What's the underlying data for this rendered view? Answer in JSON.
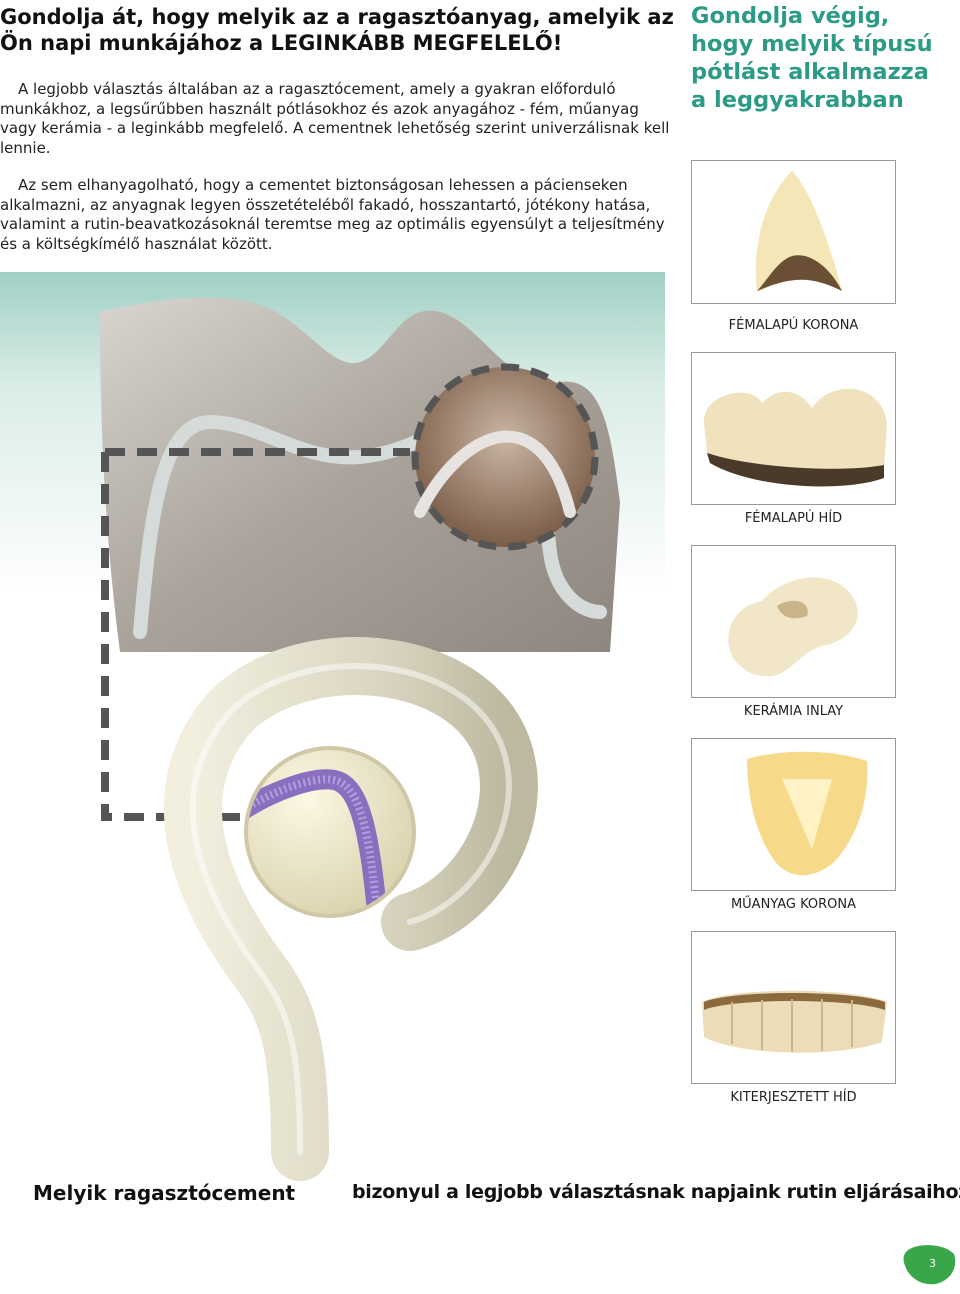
{
  "headline": "Gondolja át, hogy melyik az a ragasztóanyag, amelyik az Ön napi munkájához a LEGINKÁBB MEGFELELŐ!",
  "paragraphs": [
    "A legjobb választás általában az a ragasztócement, amely a gyakran előforduló munkákhoz, a legsűrűbben használt pótlásokhoz és azok anyagához - fém, műanyag vagy kerámia - a leginkább megfelelő. A cementnek lehetőség szerint univerzálisnak kell lennie.",
    "Az sem elhanyagolható, hogy a cementet biztonságosan lehessen a pácienseken alkalmazni, az anyagnak legyen összetételéből fakadó, hosszantartó, jótékony hatása, valamint a rutin-beavatkozásoknál teremtse meg az optimális egyensúlyt a teljesítmény és a költségkímélő használat között."
  ],
  "side_title": "Gondolja végig, hogy melyik típusú pótlást alkalmazza a leggyakrabban",
  "restorations": [
    {
      "label": "FÉMALAPÚ KORONA",
      "icon": "metal-crown-image"
    },
    {
      "label": "FÉMALAPÚ HÍD",
      "icon": "metal-bridge-image"
    },
    {
      "label": "KERÁMIA INLAY",
      "icon": "ceramic-inlay-image"
    },
    {
      "label": "MŰANYAG KORONA",
      "icon": "plastic-crown-image"
    },
    {
      "label": "KITERJESZTETT HÍD",
      "icon": "extended-bridge-image"
    }
  ],
  "bottom_question": {
    "part1": "Melyik ragasztócement",
    "part2": "bizonyul  a legjobb választásnak napjaink rutin eljárásaihoz?"
  },
  "page_number": "3",
  "colors": {
    "accent": "#2b9a86",
    "badge": "#3aa64a"
  }
}
